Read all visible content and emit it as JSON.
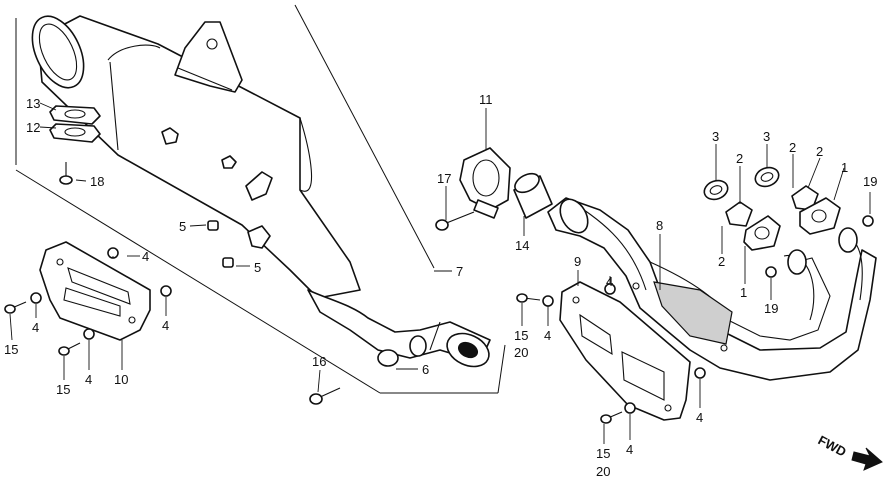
{
  "labels": {
    "p1a": "1",
    "p1b": "1",
    "p2a": "2",
    "p2b": "2",
    "p2c": "2",
    "p2d": "2",
    "p3a": "3",
    "p3b": "3",
    "p4a": "4",
    "p4b": "4",
    "p4c": "4",
    "p4d": "4",
    "p4e": "4",
    "p4f": "4",
    "p4g": "4",
    "p4h": "4",
    "p5a": "5",
    "p5b": "5",
    "p6": "6",
    "p7": "7",
    "p8": "8",
    "p9": "9",
    "p10": "10",
    "p11": "11",
    "p12": "12",
    "p13": "13",
    "p14": "14",
    "p15a": "15",
    "p15b": "15",
    "p15c": "15",
    "p15d": "15",
    "p16": "16",
    "p17": "17",
    "p18": "18",
    "p19a": "19",
    "p19b": "19",
    "p20a": "20",
    "p20b": "20"
  },
  "direction_label": "FWD"
}
